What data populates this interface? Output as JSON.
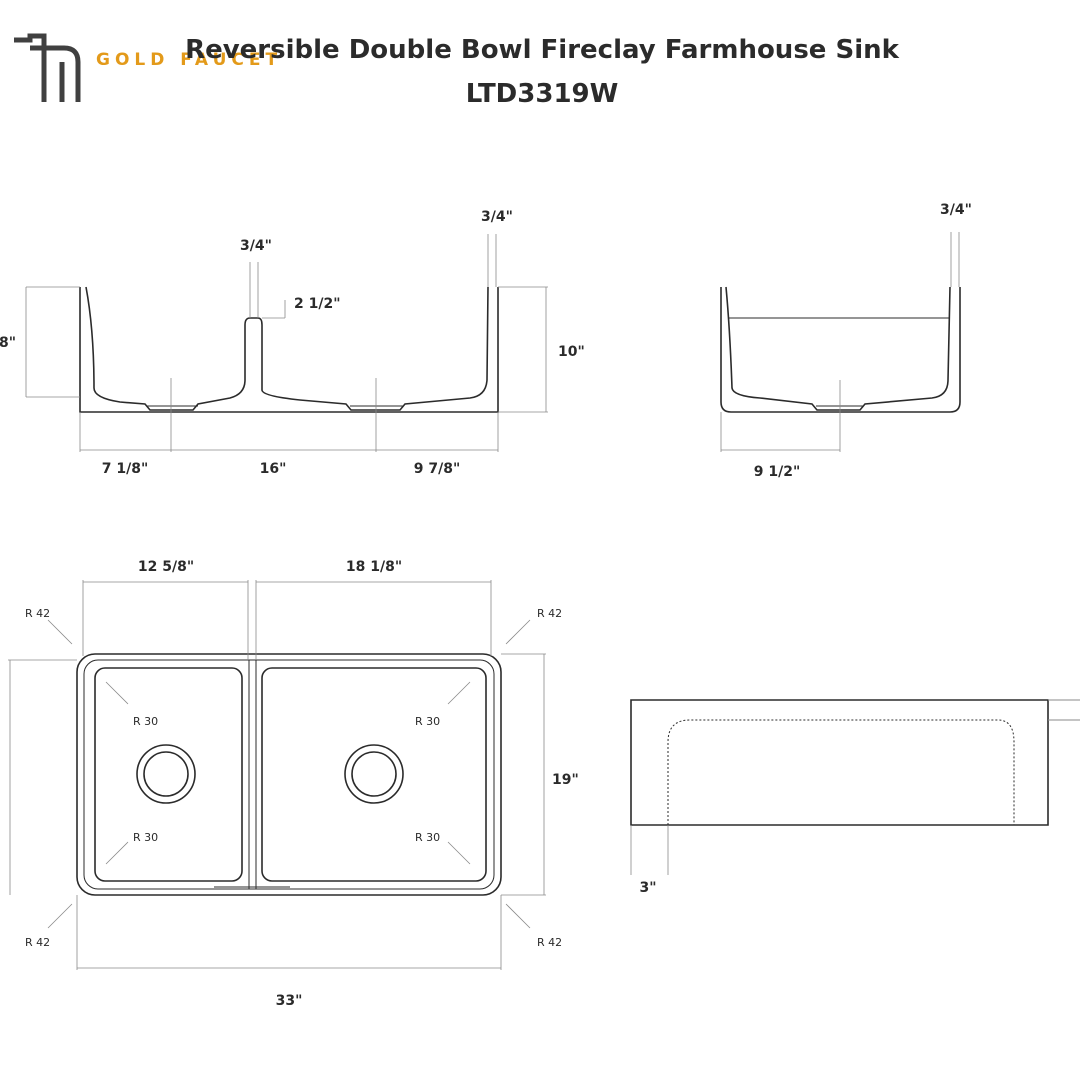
{
  "brand": {
    "name": "GOLD FAUCET",
    "accent_color": "#e39a1a",
    "logo_color": "#404040",
    "logo_icon": "faucet-logo-icon"
  },
  "title": {
    "line1": "Reversible Double Bowl Fireclay Farmhouse Sink",
    "line2": "LTD3319W"
  },
  "colors": {
    "ink": "#2b2b2b",
    "leader": "#8a8a8a"
  },
  "front_view": {
    "left_depth": "8\"",
    "divider_thickness": "3/4\"",
    "divider_drop": "2 1/2\"",
    "wall_thickness": "3/4\"",
    "height": "10\"",
    "left_offset": "7 1/8\"",
    "drain_spacing": "16\"",
    "right_offset": "9 7/8\""
  },
  "side_view": {
    "wall_thickness": "3/4\"",
    "drain_offset": "9 1/2\""
  },
  "top_view": {
    "left_bowl_width": "12 5/8\"",
    "right_bowl_width": "18 1/8\"",
    "depth": "19\"",
    "total_width": "33\"",
    "outer_radius_label": "R 42",
    "inner_radius_label": "R 30"
  },
  "apron_view": {
    "apron_step": "3\""
  }
}
